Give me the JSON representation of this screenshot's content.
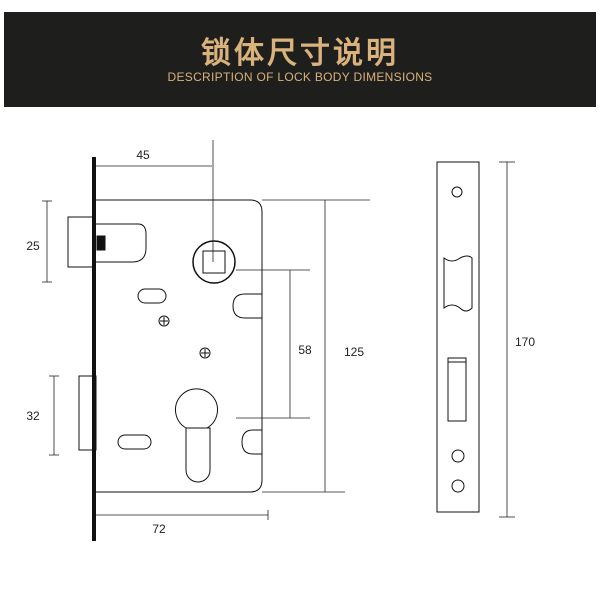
{
  "header": {
    "title": "锁体尺寸说明",
    "subtitle": "DESCRIPTION OF LOCK BODY DIMENSIONS"
  },
  "dimensions": {
    "backset": "45",
    "latch_height": "25",
    "center_distance": "58",
    "body_height": "125",
    "bolt_height": "32",
    "body_width": "72",
    "faceplate_height": "170"
  },
  "colors": {
    "header_bg": "#1e1e1c",
    "header_text": "#d9b27c",
    "line": "#111111"
  }
}
